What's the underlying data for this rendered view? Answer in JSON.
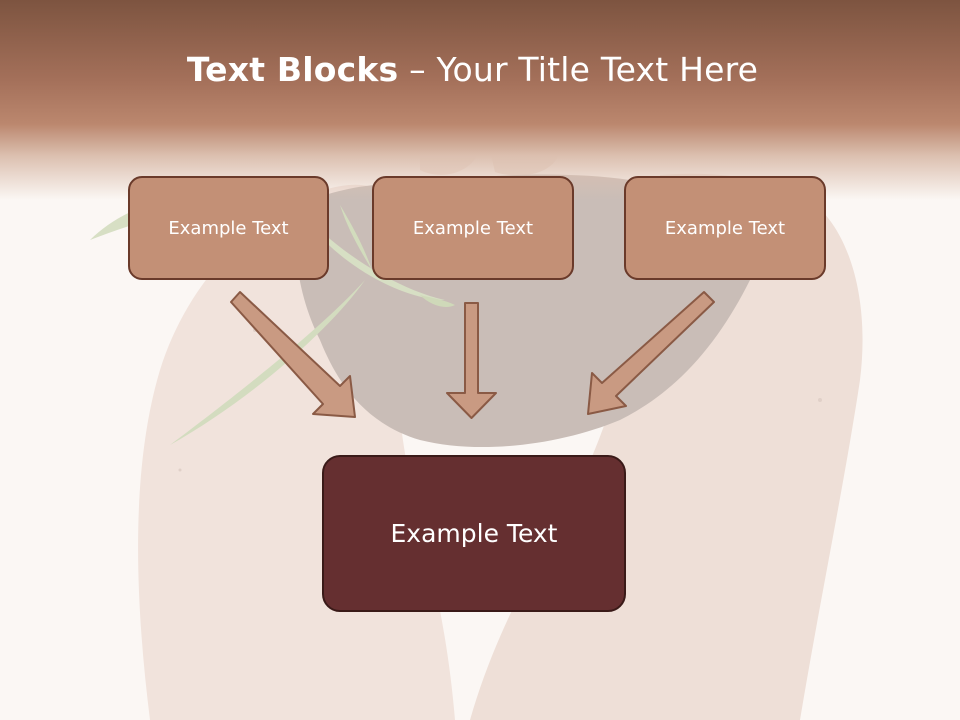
{
  "title": {
    "bold": "Text Blocks",
    "separator": " – ",
    "rest": "Your Title Text Here"
  },
  "blocks": [
    {
      "label": "Example Text"
    },
    {
      "label": "Example Text"
    },
    {
      "label": "Example Text"
    }
  ],
  "main_block": {
    "label": "Example Text"
  },
  "colors": {
    "header": "#a4705a",
    "block_fill": "#c39076",
    "block_border": "#6a3a2a",
    "main_fill": "#652f30",
    "arrow_fill": "#c99a82",
    "arrow_border": "#8a5a45"
  }
}
